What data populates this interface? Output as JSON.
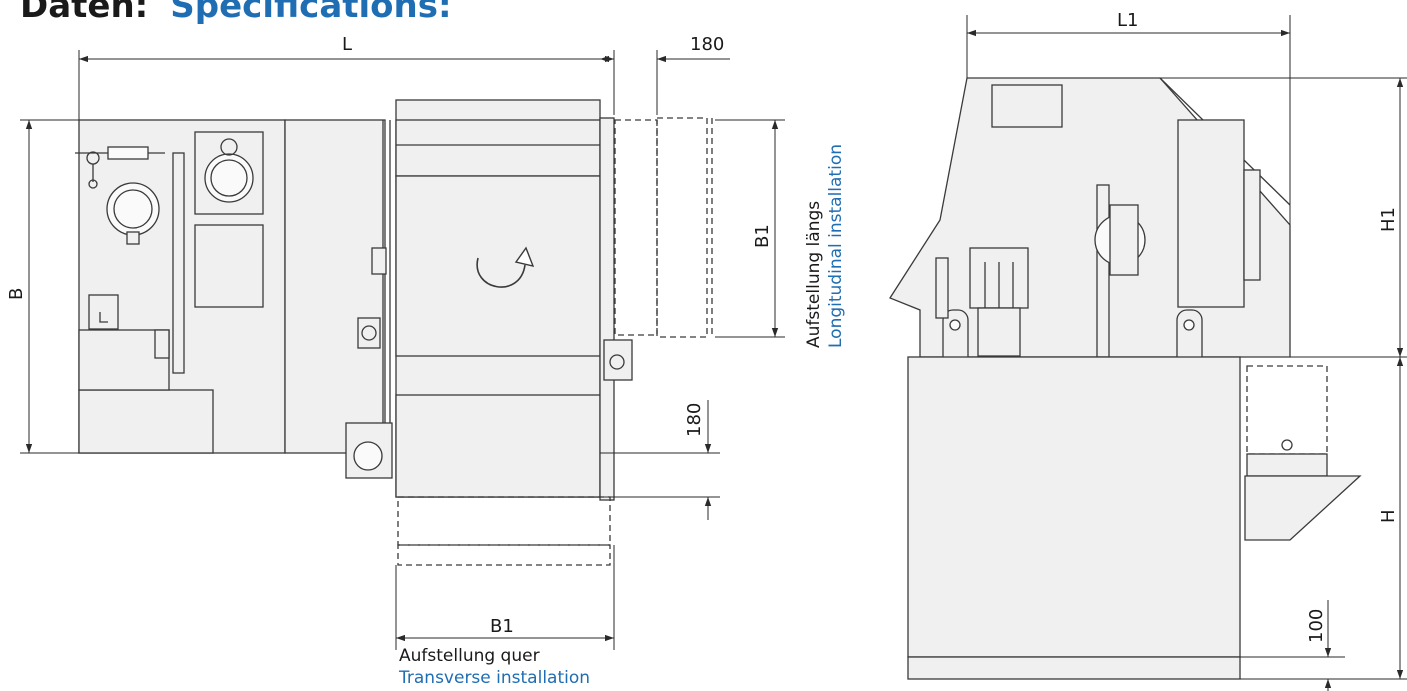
{
  "header": {
    "title_de": "Daten:",
    "title_en": "Specifications:"
  },
  "dimensions": {
    "L": "L",
    "top_offset": "180",
    "B": "B",
    "B1_side": "B1",
    "side_offset": "180",
    "B1_bottom": "B1",
    "L1": "L1",
    "H1": "H1",
    "H": "H",
    "foot_height": "100"
  },
  "captions": {
    "longitudinal_de": "Aufstellung längs",
    "longitudinal_en": "Longitudinal installation",
    "transverse_de": "Aufstellung quer",
    "transverse_en": "Transverse installation"
  },
  "colors": {
    "line": "#3a3a3a",
    "fill": "#f0f0f0",
    "accent": "#1f6db3"
  }
}
